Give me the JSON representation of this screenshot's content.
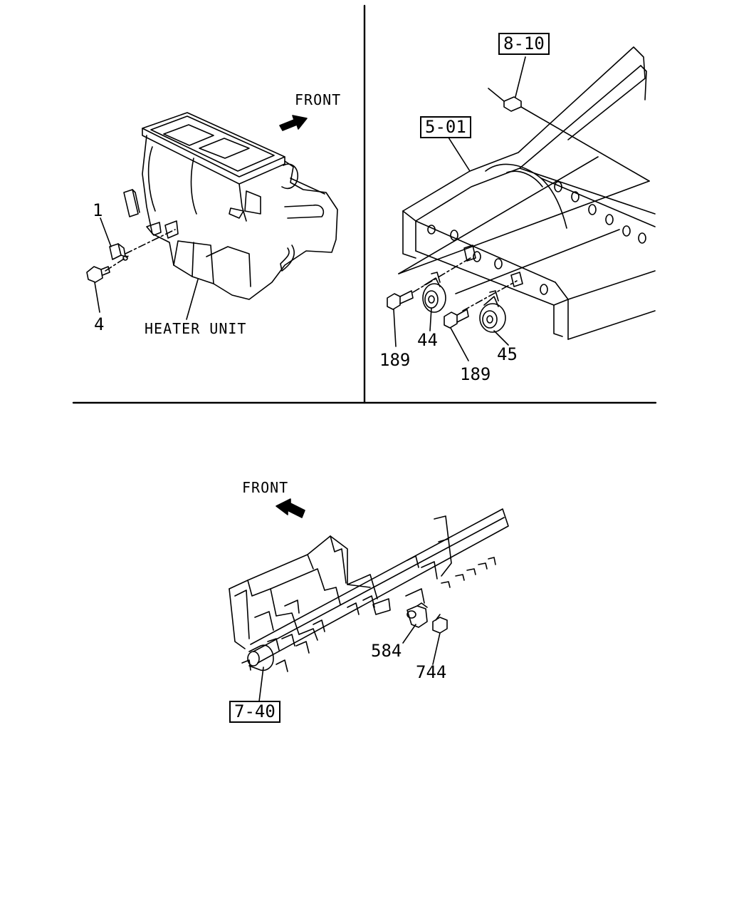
{
  "panels": {
    "heater": {
      "front_label": "FRONT",
      "unit_label": "HEATER UNIT",
      "callouts": [
        "1",
        "4"
      ]
    },
    "horn": {
      "refs": [
        "8-10",
        "5-01"
      ],
      "callouts": [
        "44",
        "45",
        "189",
        "189"
      ]
    },
    "frame": {
      "front_label": "FRONT",
      "ref": "7-40",
      "callouts": [
        "584",
        "744"
      ]
    }
  }
}
